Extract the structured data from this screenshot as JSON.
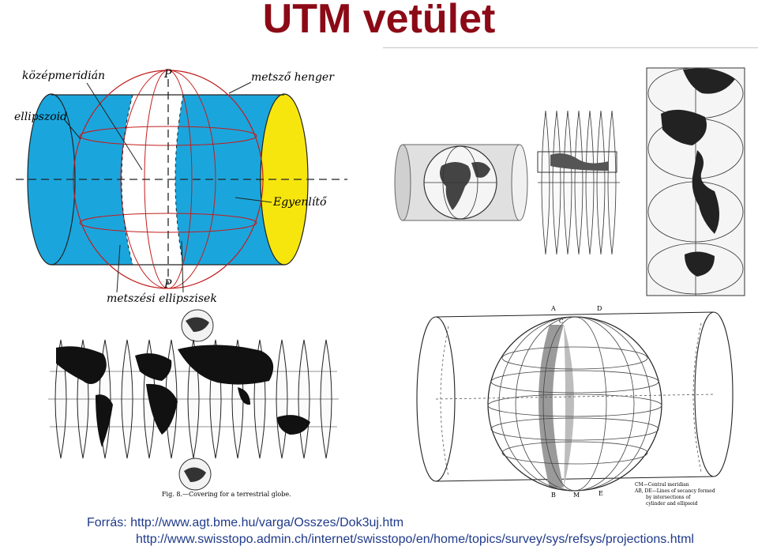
{
  "title": "UTM vetület",
  "diagram1": {
    "label_kozepmeridian": "középmeridián",
    "label_p_top": "P",
    "label_metszo_henger": "metsző henger",
    "label_ellipszoid": "ellipszoid",
    "label_egyenlito": "Egyenlítő",
    "label_p_bottom": "P",
    "label_metszesi_ellipszisek": "metszési ellipszisek",
    "colors": {
      "cylinder": "#1aa6dd",
      "end_cap": "#f6e60e",
      "lines": "#c21d1d",
      "strip": "#ffffff"
    }
  },
  "diagram3": {
    "caption": "Fig. 8.—Covering for a terrestrial globe."
  },
  "diagram4": {
    "label_a": "A",
    "label_d": "D",
    "label_c": "C",
    "label_b": "B",
    "label_m": "M",
    "label_e": "E",
    "legend_line1": "CM—Central meridian",
    "legend_line2": "AB, DE—Lines of secancy formed",
    "legend_line3": "by intersections of",
    "legend_line4": "cylinder and ellipsoid"
  },
  "sources": {
    "line1": "Forrás: http://www.agt.bme.hu/varga/Osszes/Dok3uj.htm",
    "line2": "http://www.swisstopo.admin.ch/internet/swisstopo/en/home/topics/survey/sys/refsys/projections.html"
  }
}
